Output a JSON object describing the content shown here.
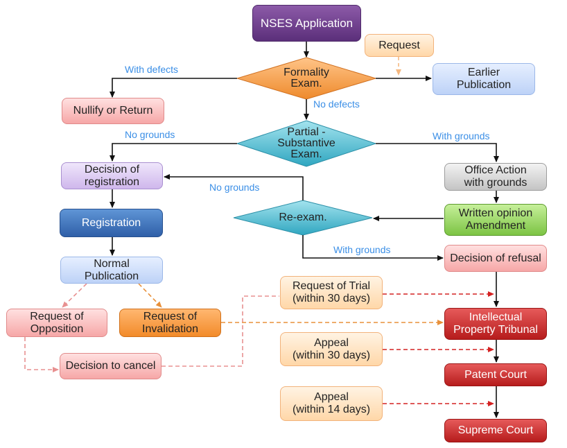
{
  "nodes": {
    "nses_application": "NSES Application",
    "request": "Request",
    "formality_exam": "Formality\nExam.",
    "earlier_publication": "Earlier\nPublication",
    "nullify_or_return": "Nullify or Return",
    "partial_substantive_exam": "Partial -\nSubstantive\nExam.",
    "decision_of_registration": "Decision of\nregistration",
    "office_action": "Office Action\nwith grounds",
    "re_exam": "Re-exam.",
    "written_opinion": "Written opinion\nAmendment",
    "registration": "Registration",
    "decision_of_refusal": "Decision of refusal",
    "normal_publication": "Normal\nPublication",
    "request_of_trial": "Request of Trial\n(within 30 days)",
    "request_of_opposition": "Request of\nOpposition",
    "request_of_invalidation": "Request of\nInvalidation",
    "ip_tribunal": "Intellectual\nProperty Tribunal",
    "appeal_30": "Appeal\n(within 30 days)",
    "decision_to_cancel": "Decision to cancel",
    "patent_court": "Patent Court",
    "appeal_14": "Appeal\n(within 14 days)",
    "supreme_court": "Supreme Court"
  },
  "edge_labels": {
    "with_defects": "With defects",
    "no_defects": "No defects",
    "no_grounds_1": "No grounds",
    "with_grounds_1": "With grounds",
    "no_grounds_2": "No grounds",
    "with_grounds_2": "With grounds"
  },
  "colors": {
    "arrow_black": "#111111",
    "arrow_peach": "#f5b880",
    "arrow_pink": "#e89090",
    "arrow_orange": "#e8903a",
    "arrow_red": "#d42020",
    "label_blue": "#3a8ee6",
    "diamond_orange": "#f39a3c",
    "diamond_teal": "#3fb4cc"
  }
}
